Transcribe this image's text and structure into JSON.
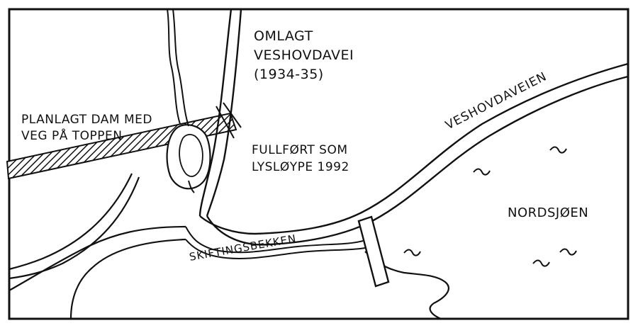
{
  "map": {
    "labels": {
      "omlagt_line1": "OMLAGT",
      "omlagt_line2": "VESHOVDAVEI",
      "omlagt_line3": "(1934-35)",
      "planlagt_line1": "PLANLAGT DAM MED",
      "planlagt_line2": "VEG PÅ TOPPEN",
      "fullfort_line1": "FULLFØRT SOM",
      "fullfort_line2": "LYSLØYPE 1992",
      "veshovdaveien": "VESHOVDAVEIEN",
      "nordsjoen": "NORDSJØEN",
      "skiftingsbekken": "SKIFTINGSBEKKEN"
    },
    "colors": {
      "ink": "#111111",
      "paper": "#ffffff"
    }
  }
}
